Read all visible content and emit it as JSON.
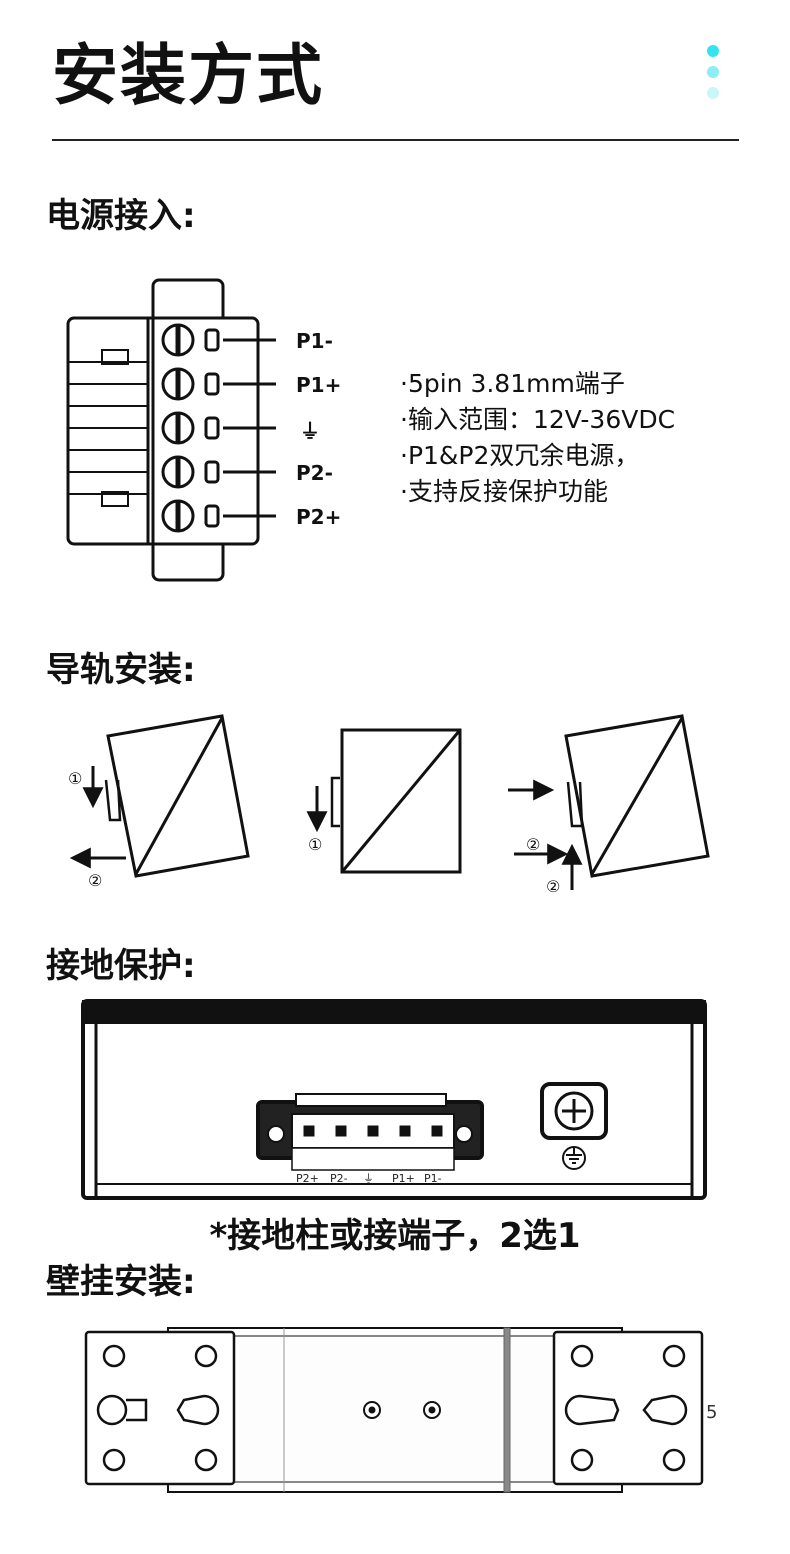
{
  "header": {
    "title": "安装方式",
    "accent_dots": [
      "#35e3ee",
      "#8aeef4",
      "#c9f6f9"
    ]
  },
  "power": {
    "title": "电源接入:",
    "pin_labels": [
      "P1-",
      "P1+",
      "⏚",
      "P2-",
      "P2+"
    ],
    "specs": [
      "·5pin 3.81mm端子",
      "·输入范围：12V-36VDC",
      "·P1&P2双冗余电源，",
      "·支持反接保护功能"
    ]
  },
  "rail": {
    "title": "导轨安装:",
    "steps": [
      "①",
      "②"
    ]
  },
  "ground": {
    "title": "接地保护:",
    "terminal_labels": [
      "P2+",
      "P2-",
      "⏚",
      "P1+",
      "P1-"
    ],
    "note": "*接地柱或接端子，2选1"
  },
  "wall": {
    "title": "壁挂安装:",
    "edge_mark": "5"
  }
}
